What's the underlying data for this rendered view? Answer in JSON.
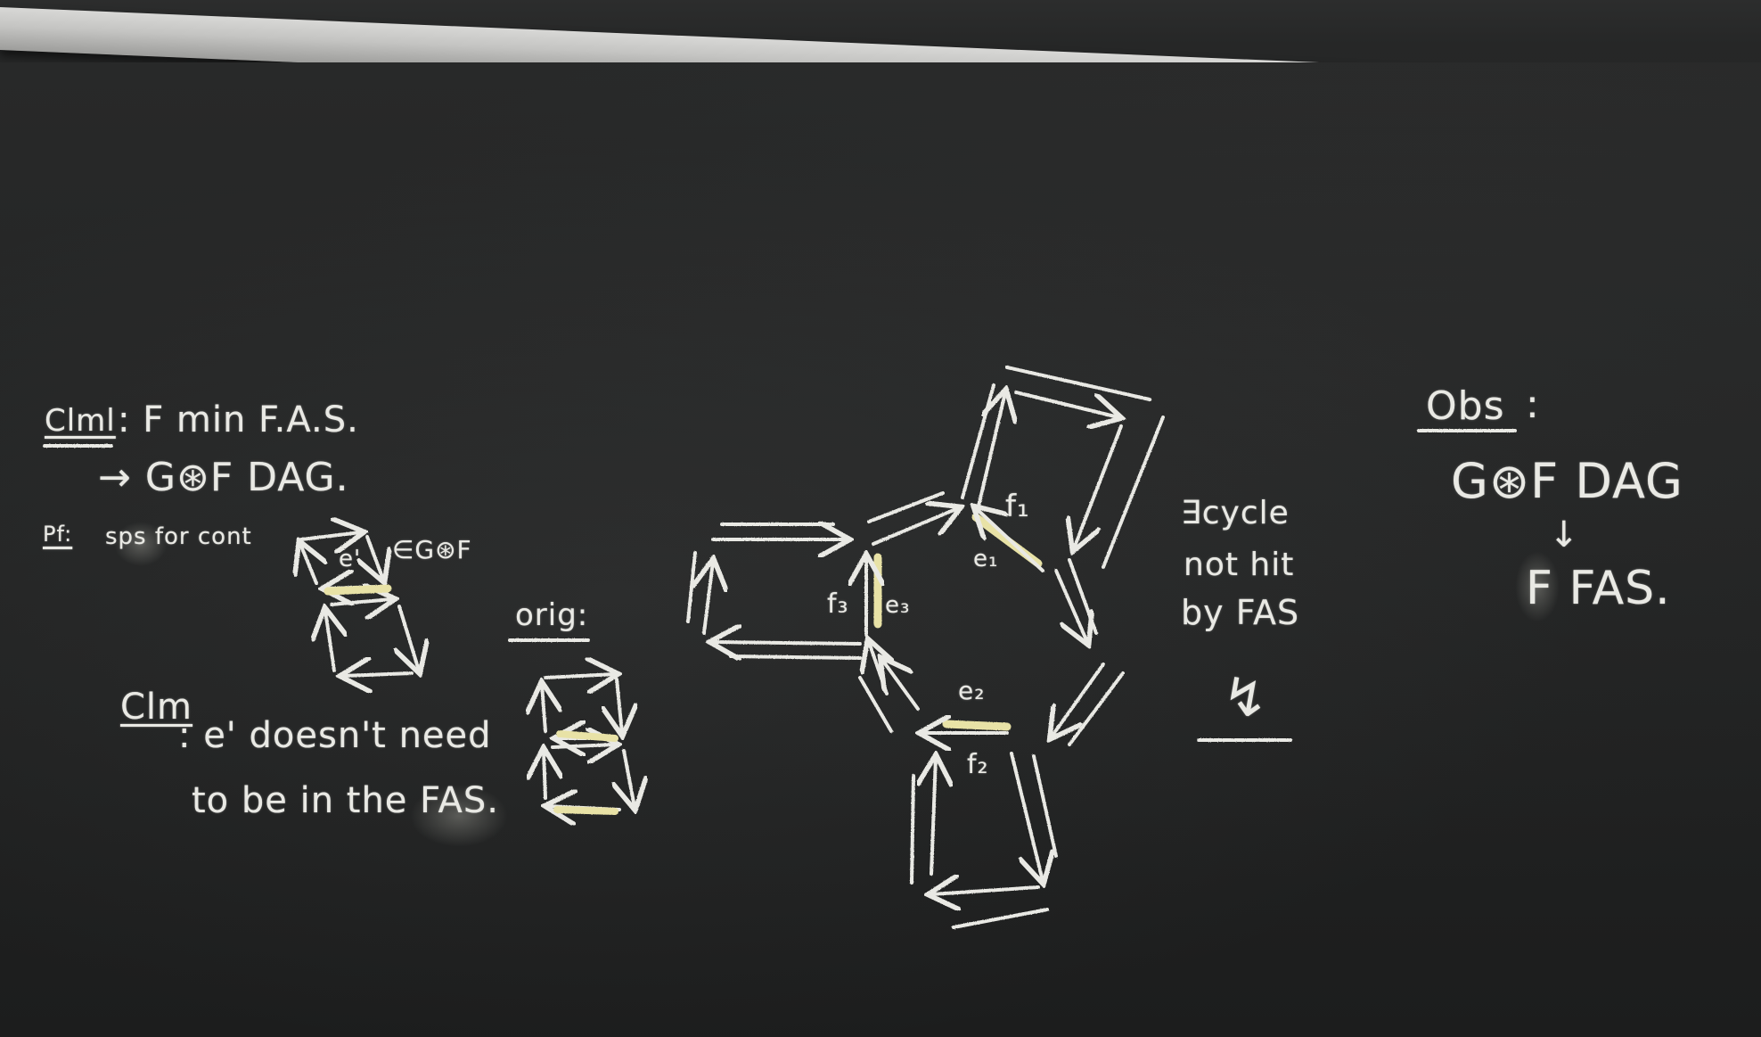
{
  "board": {
    "chalk_color": "#e9e9e4",
    "highlight_color": "#e8e2a6",
    "board_color": "#232424"
  },
  "left": {
    "claim_label": "Clml",
    "claim_text": ": F min F.A.S.",
    "claim_implies": "→ G⊛F DAG.",
    "proof_label": "Pf:",
    "proof_text": "sps for cont",
    "edge_label": "e'",
    "member_text": "∈G⊛F",
    "orig_label": "orig:",
    "cm_label": "Clm",
    "cm_text_1": ": e' doesn't need",
    "cm_text_2": "to be in the FAS."
  },
  "center": {
    "labels": [
      "f₁",
      "e₁",
      "f₃",
      "e₃",
      "e₂",
      "f₂"
    ]
  },
  "middle": {
    "line_1": "∃cycle",
    "line_2": "not hit",
    "line_3": "by FAS",
    "contradiction": "↯"
  },
  "right": {
    "obs_label": "Obs",
    "obs_colon": ":",
    "line_1": "G⊛F DAG",
    "arrow": "↓",
    "line_2": "F FAS."
  }
}
